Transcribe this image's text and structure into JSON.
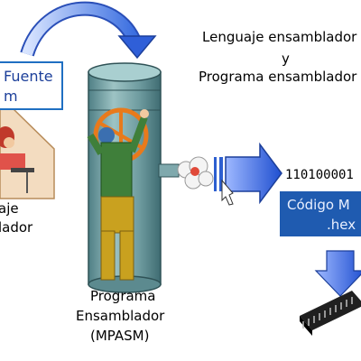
{
  "source_box": {
    "line1": "Fuente",
    "line2": "m"
  },
  "language_text": {
    "line1": "Lenguaje ensamblador",
    "line2": "y",
    "line3": "Programa ensamblador"
  },
  "left_caption": {
    "line1": "aje",
    "line2": "lador"
  },
  "assembler_caption": {
    "line1": "Programa",
    "line2": "Ensamblador",
    "line3": "(MPASM)"
  },
  "binary_text": "110100001",
  "code_box": {
    "line1": "Código M",
    "line2": ".hex"
  },
  "colors": {
    "cylinder": "#6f9ca0",
    "blue_arrow": "#2d5fd0",
    "code_box": "#1f5bb0",
    "source_border": "#1f6fc2",
    "wheel": "#e87a1c"
  }
}
